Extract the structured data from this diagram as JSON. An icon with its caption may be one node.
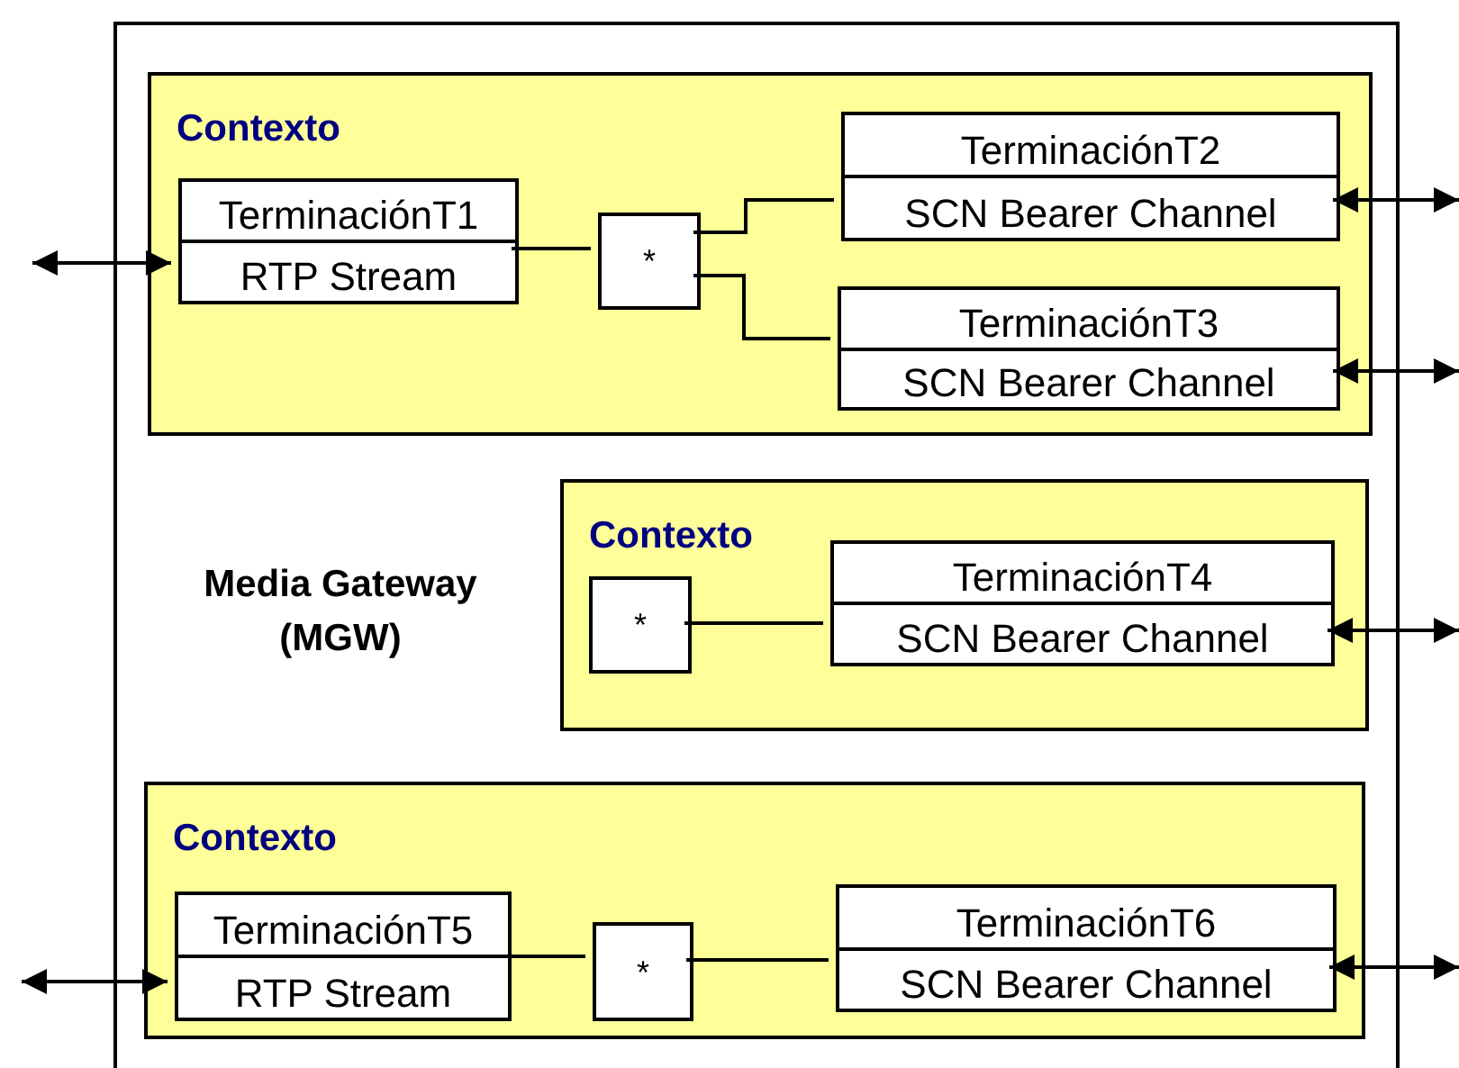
{
  "diagram": {
    "nodes": [
      {
        "text": [
          "Media Gateway (MGW)"
        ]
      },
      {
        "text": [
          "Contexto"
        ],
        "in": 0
      },
      {
        "text": [
          "TerminaciónT1",
          "RTP Stream"
        ],
        "in": 1
      },
      {
        "text": [
          "*"
        ],
        "in": 1
      },
      {
        "text": [
          "TerminaciónT2",
          "SCN Bearer Channel"
        ],
        "in": 1
      },
      {
        "text": [
          "TerminaciónT3",
          "SCN Bearer Channel"
        ],
        "in": 1
      },
      {
        "text": [
          "Contexto"
        ],
        "in": 0
      },
      {
        "text": [
          "*"
        ],
        "in": 6
      },
      {
        "text": [
          "TerminaciónT4",
          "SCN Bearer Channel"
        ],
        "in": 6
      },
      {
        "text": [
          "Contexto"
        ],
        "in": 0
      },
      {
        "text": [
          "TerminaciónT5",
          "RTP Stream"
        ],
        "in": 9
      },
      {
        "text": [
          "*"
        ],
        "in": 9
      },
      {
        "text": [
          "TerminaciónT6",
          "SCN Bearer Channel"
        ],
        "in": 9
      }
    ],
    "edges": [
      {
        "from": null,
        "to": 2,
        "arrow": "both"
      },
      {
        "from": 2,
        "to": 3,
        "arrow": "none"
      },
      {
        "from": 3,
        "to": 4,
        "arrow": "none"
      },
      {
        "from": 3,
        "to": 5,
        "arrow": "none"
      },
      {
        "from": 4,
        "to": null,
        "arrow": "both"
      },
      {
        "from": 5,
        "to": null,
        "arrow": "both"
      },
      {
        "from": 7,
        "to": 8,
        "arrow": "none"
      },
      {
        "from": 8,
        "to": null,
        "arrow": "both"
      },
      {
        "from": null,
        "to": 10,
        "arrow": "both"
      },
      {
        "from": 10,
        "to": 11,
        "arrow": "none"
      },
      {
        "from": 11,
        "to": 12,
        "arrow": "none"
      },
      {
        "from": 12,
        "to": null,
        "arrow": "both"
      }
    ]
  }
}
